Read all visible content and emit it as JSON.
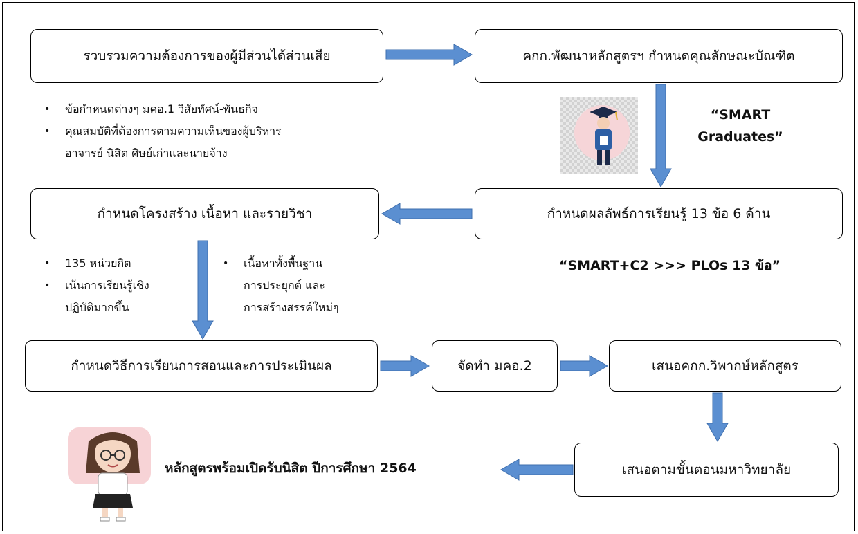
{
  "boxes": {
    "gather_needs": "รวบรวมความต้องการของผู้มีส่วนได้ส่วนเสีย",
    "committee_attributes": "คกก.พัฒนาหลักสูตรฯ กำหนดคุณลักษณะบัณฑิต",
    "define_structure": "กำหนดโครงสร้าง เนื้อหา และรายวิชา",
    "define_outcomes": "กำหนดผลลัพธ์การเรียนรู้ 13 ข้อ 6 ด้าน",
    "teaching_assessment": "กำหนดวิธีการเรียนการสอนและการประเมินผล",
    "prepare_mko2": "จัดทำ มคอ.2",
    "committee_review": "เสนอคกก.วิพากษ์หลักสูตร",
    "university_process": "เสนอตามขั้นตอนมหาวิทยาลัย"
  },
  "notes_needs": [
    "ข้อกำหนดต่างๆ มคอ.1 วิสัยทัศน์-พันธกิจ",
    "คุณสมบัติที่ต้องการตามความเห็นของผู้บริหาร",
    "อาจารย์ นิสิต ศิษย์เก่าและนายจ้าง"
  ],
  "notes_credits": [
    "135 หน่วยกิต",
    "เน้นการเรียนรู้เชิง",
    "ปฏิบัติมากขึ้น"
  ],
  "notes_content": [
    "เนื้อหาทั้งพื้นฐาน",
    "การประยุกต์ และ",
    "การสร้างสรรค์ใหม่ๆ"
  ],
  "quotes": {
    "smart_line1": "“SMART",
    "smart_line2": "Graduates”",
    "plos": "“SMART+C2 >>> PLOs 13 ข้อ”"
  },
  "final_text": "หลักสูตรพร้อมเปิดรับนิสิต ปีการศึกษา 2564",
  "colors": {
    "arrow": "#5b8fd1",
    "arrow_stroke": "#3f6fae",
    "pink": "#f7d3d6"
  }
}
